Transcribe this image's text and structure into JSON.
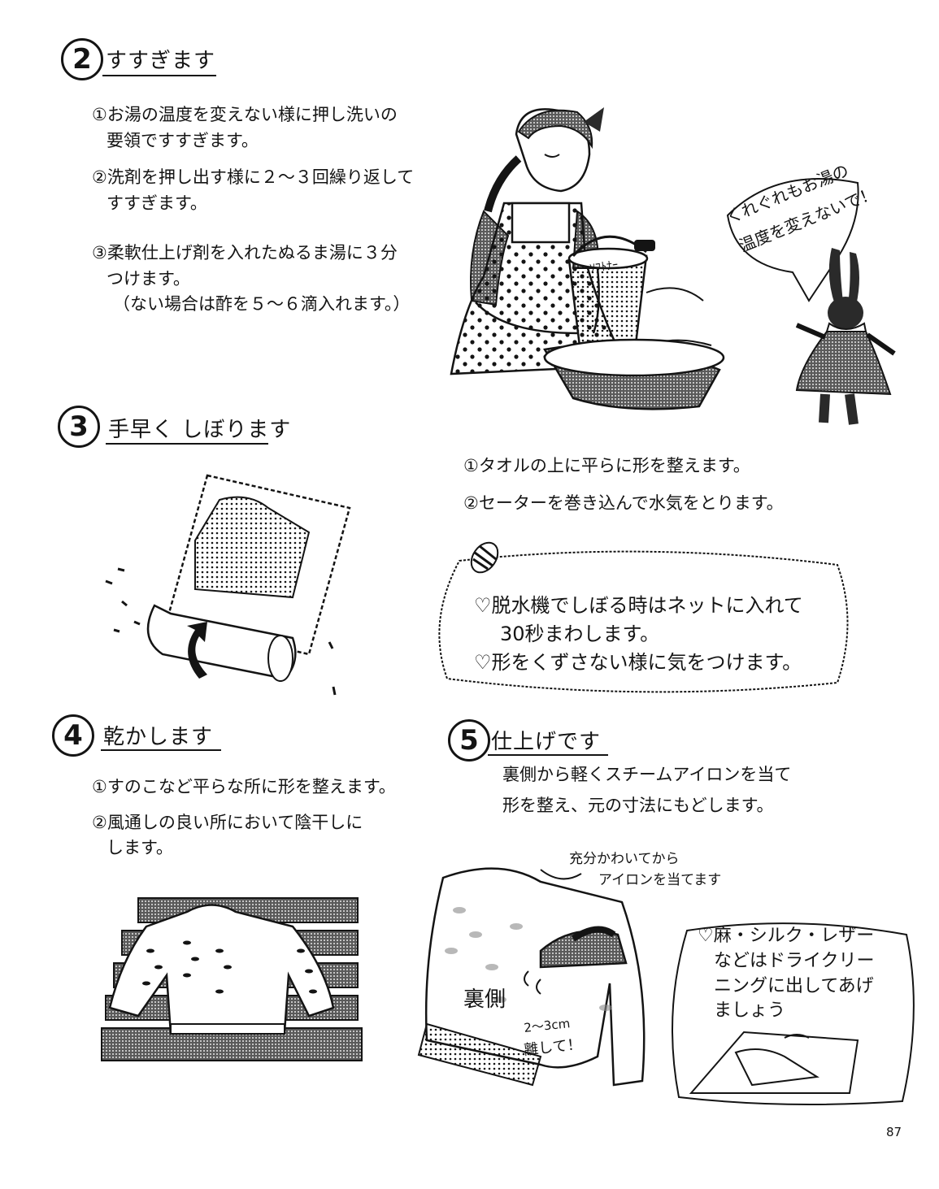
{
  "sections": {
    "s2": {
      "number": "2",
      "title": "すすぎます",
      "steps": [
        "①お湯の温度を変えない様に押し洗いの",
        "要領ですすぎます。",
        "②洗剤を押し出す様に２〜３回繰り返して",
        "すすぎます。",
        "③柔軟仕上げ剤を入れたぬるま湯に３分",
        "つけます。",
        "（ない場合は酢を５〜６滴入れます。）"
      ]
    },
    "s3": {
      "number": "3",
      "title": "手早く しぼります",
      "steps": [
        "①タオルの上に平らに形を整えます。",
        "②セーターを巻き込んで水気をとります。"
      ],
      "tips": [
        "♡脱水機でしぼる時はネットに入れて",
        "30秒まわします。",
        "♡形をくずさない様に気をつけます。"
      ]
    },
    "s4": {
      "number": "4",
      "title": "乾かします",
      "steps": [
        "①すのこなど平らな所に形を整えます。",
        "②風通しの良い所において陰干しに",
        "します。"
      ]
    },
    "s5": {
      "number": "5",
      "title": "仕上げです",
      "steps": [
        "裏側から軽くスチームアイロンを当て",
        "形を整え、元の寸法にもどします。"
      ],
      "tips": [
        "♡麻・シルク・レザー",
        "などはドライクリー",
        "ニングに出してあげ",
        "ましょう"
      ]
    }
  },
  "illustrations": {
    "bunny_bubble": [
      "くれぐれもお湯の",
      "温度を変えないで！"
    ],
    "bucket_label": "ｿﾌﾄﾅｰ",
    "iron_note": [
      "充分かわいてから",
      "アイロンを当てます"
    ],
    "reverse_label": "裏側",
    "distance_note": [
      "2〜3cm",
      "離して！"
    ]
  },
  "page_number": "87",
  "colors": {
    "ink": "#141414",
    "paper": "#ffffff",
    "shade": "#555555",
    "dark": "#2a2a2a"
  }
}
